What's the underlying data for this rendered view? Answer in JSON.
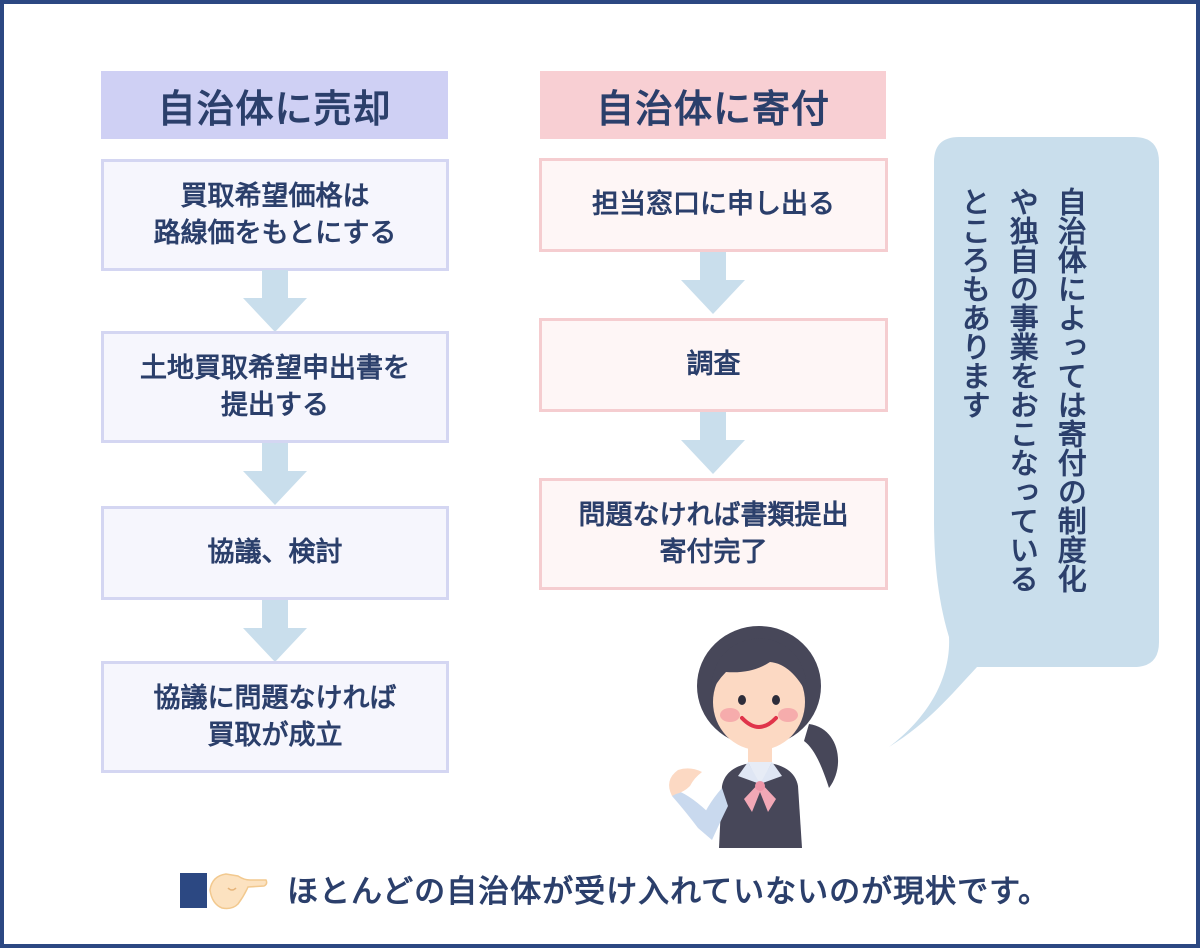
{
  "sell": {
    "title": "自治体に売却",
    "steps": [
      "買取希望価格は\n路線価をもとにする",
      "土地買取希望申出書を\n提出する",
      "協議、検討",
      "協議に問題なければ\n買取が成立"
    ],
    "color_header": "#cfd0f4"
  },
  "donate": {
    "title": "自治体に寄付",
    "steps": [
      "担当窓口に申し出る",
      "調査",
      "問題なければ書類提出\n寄付完了"
    ],
    "color_header": "#f8cfd3"
  },
  "speech": {
    "lines": [
      "自治体によっては寄付の制度化",
      "や独自の事業をおこなっている",
      "ところもあります"
    ]
  },
  "note": {
    "text": "ほとんどの自治体が受け入れていないのが現状です。"
  },
  "icons": {
    "arrow": "down-arrow-icon",
    "hand": "pointing-hand-icon",
    "person": "receptionist-illustration"
  },
  "colors": {
    "navy": "#2c4882",
    "text": "#2b3f6b",
    "arrow": "#c9deec",
    "bubble": "#c9deec"
  }
}
